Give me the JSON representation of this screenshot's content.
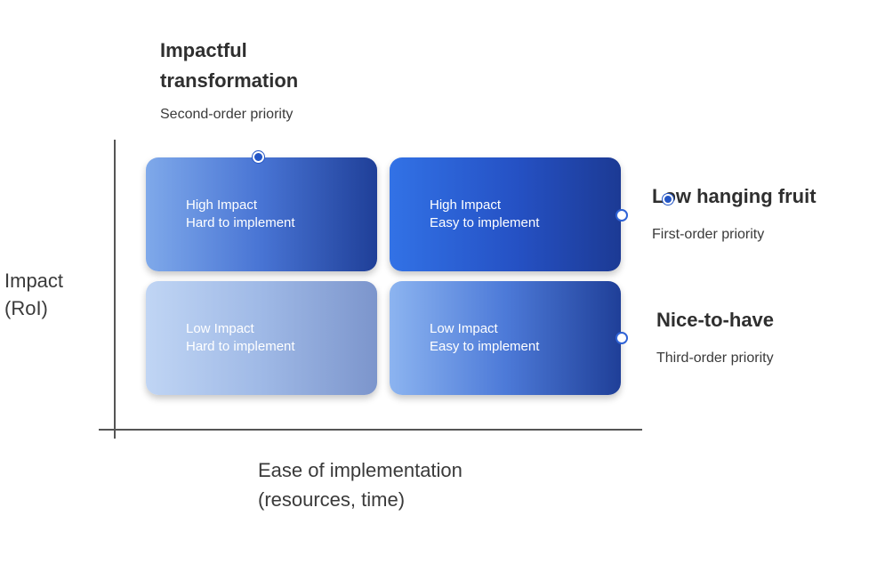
{
  "quadrant_labels": {
    "top": {
      "title": "Impactful transformation",
      "subtitle": "Second-order priority"
    },
    "right_upper": {
      "title": "Low hanging fruit",
      "subtitle": "First-order priority"
    },
    "right_lower": {
      "title": "Nice-to-have",
      "subtitle": "Third-order priority"
    }
  },
  "axes": {
    "y_label_line1": "Impact",
    "y_label_line2": "(RoI)",
    "x_label_line1": "Ease of implementation",
    "x_label_line2": "(resources, time)"
  },
  "cells": {
    "high_hard": {
      "line1": "High Impact",
      "line2": "Hard to implement"
    },
    "high_easy": {
      "line1": "High Impact",
      "line2": "Easy to implement"
    },
    "low_hard": {
      "line1": "Low Impact",
      "line2": "Hard to implement"
    },
    "low_easy": {
      "line1": "Low Impact",
      "line2": "Easy to implement"
    }
  },
  "colors": {
    "accent_blue": "#2456c6",
    "dark_blue": "#1f3f98",
    "light_blue": "#c0d5f4"
  }
}
